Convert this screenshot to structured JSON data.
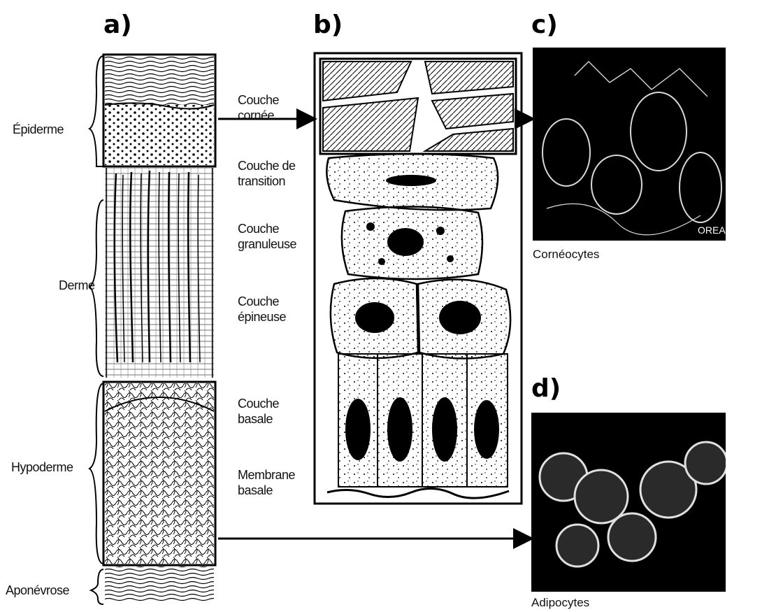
{
  "panels": {
    "a": "a)",
    "b": "b)",
    "c": "c)",
    "d": "d)"
  },
  "skin_layers": {
    "epiderme": "Épiderme",
    "derme": "Derme",
    "hypoderme": "Hypoderme",
    "aponevrose": "Aponévrose"
  },
  "epidermis_layers": {
    "cornee": [
      "Couche",
      "cornée"
    ],
    "transition": [
      "Couche de",
      "transition"
    ],
    "granuleuse": [
      "Couche",
      "granuleuse"
    ],
    "epineuse": [
      "Couche",
      "épineuse"
    ],
    "basale": [
      "Couche",
      "basale"
    ],
    "membrane": [
      "Membrane",
      "basale"
    ]
  },
  "photos": {
    "c_caption": "Cornéocytes",
    "c_watermark": "OREAL",
    "d_caption": "Adipocytes"
  },
  "colors": {
    "ink": "#000000",
    "background": "#ffffff",
    "photo_bg": "#000000"
  }
}
